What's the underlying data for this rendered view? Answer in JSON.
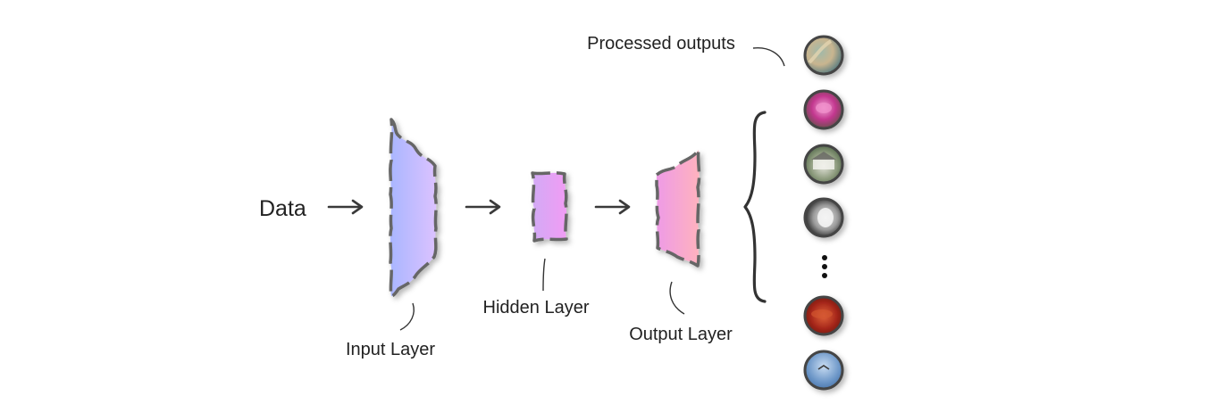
{
  "diagram": {
    "input_text": "Data",
    "layers": [
      {
        "id": "input",
        "label": "Input Layer"
      },
      {
        "id": "hidden",
        "label": "Hidden Layer"
      },
      {
        "id": "output",
        "label": "Output Layer"
      }
    ],
    "outputs_label": "Processed outputs",
    "output_thumbnails": [
      {
        "name": "coastline-thumbnail"
      },
      {
        "name": "flower-thumbnail"
      },
      {
        "name": "house-thumbnail"
      },
      {
        "name": "dog-thumbnail"
      },
      {
        "name": "food-thumbnail"
      },
      {
        "name": "bird-thumbnail"
      }
    ],
    "colors": {
      "input_layer": [
        "#a9b6ff",
        "#dcc2ff"
      ],
      "hidden_layer": [
        "#d2aaf5",
        "#f19cf4"
      ],
      "output_layer": [
        "#ee9be6",
        "#ffb2be"
      ],
      "stroke": "#666666",
      "arrow": "#3a3a3a",
      "text": "#222222"
    }
  }
}
